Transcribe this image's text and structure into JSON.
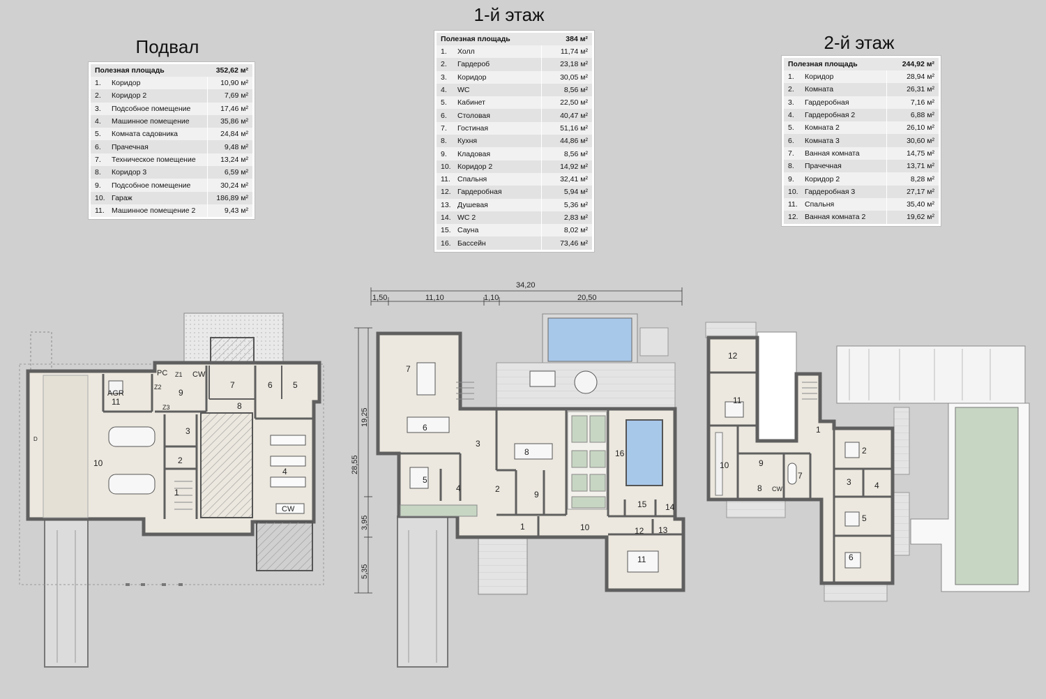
{
  "basement": {
    "title": "Подвал",
    "header_label": "Полезная площадь",
    "header_value": "352,62 м²",
    "rooms": [
      {
        "n": "1.",
        "name": "Коридор",
        "area": "10,90 м²"
      },
      {
        "n": "2.",
        "name": "Коридор 2",
        "area": "7,69 м²"
      },
      {
        "n": "3.",
        "name": "Подсобное помещение",
        "area": "17,46 м²"
      },
      {
        "n": "4.",
        "name": "Машинное помещение",
        "area": "35,86 м²"
      },
      {
        "n": "5.",
        "name": "Комната садовника",
        "area": "24,84 м²"
      },
      {
        "n": "6.",
        "name": "Прачечная",
        "area": "9,48 м²"
      },
      {
        "n": "7.",
        "name": "Техническое помещение",
        "area": "13,24 м²"
      },
      {
        "n": "8.",
        "name": "Коридор 3",
        "area": "6,59 м²"
      },
      {
        "n": "9.",
        "name": "Подсобное помещение",
        "area": "30,24 м²"
      },
      {
        "n": "10.",
        "name": "Гараж",
        "area": "186,89 м²"
      },
      {
        "n": "11.",
        "name": "Машинное помещение 2",
        "area": "9,43 м²"
      }
    ],
    "plan_labels": {
      "agr": "AGR",
      "pc": "PC",
      "z1": "Z1",
      "z2": "Z2",
      "z3": "Z3",
      "cw1": "CW",
      "cw2": "CW",
      "d": "D"
    }
  },
  "floor1": {
    "title": "1-й этаж",
    "header_label": "Полезная площадь",
    "header_value": "384 м²",
    "rooms": [
      {
        "n": "1.",
        "name": "Холл",
        "area": "11,74 м²"
      },
      {
        "n": "2.",
        "name": "Гардероб",
        "area": "23,18 м²"
      },
      {
        "n": "3.",
        "name": "Коридор",
        "area": "30,05 м²"
      },
      {
        "n": "4.",
        "name": "WC",
        "area": "8,56 м²"
      },
      {
        "n": "5.",
        "name": "Кабинет",
        "area": "22,50 м²"
      },
      {
        "n": "6.",
        "name": "Столовая",
        "area": "40,47 м²"
      },
      {
        "n": "7.",
        "name": "Гостиная",
        "area": "51,16 м²"
      },
      {
        "n": "8.",
        "name": "Кухня",
        "area": "44,86 м²"
      },
      {
        "n": "9.",
        "name": "Кладовая",
        "area": "8,56 м²"
      },
      {
        "n": "10.",
        "name": "Коридор 2",
        "area": "14,92 м²"
      },
      {
        "n": "11.",
        "name": "Спальня",
        "area": "32,41 м²"
      },
      {
        "n": "12.",
        "name": "Гардеробная",
        "area": "5,94 м²"
      },
      {
        "n": "13.",
        "name": "Душевая",
        "area": "5,36 м²"
      },
      {
        "n": "14.",
        "name": "WC 2",
        "area": "2,83 м²"
      },
      {
        "n": "15.",
        "name": "Сауна",
        "area": "8,02 м²"
      },
      {
        "n": "16.",
        "name": "Бассейн",
        "area": "73,46 м²"
      }
    ],
    "dimensions": {
      "total_width": "34,20",
      "w1": "1,50",
      "w2": "11,10",
      "w3": "1,10",
      "w4": "20,50",
      "total_depth": "28,55",
      "d1": "19,25",
      "d2": "3,95",
      "d3": "5,35"
    }
  },
  "floor2": {
    "title": "2-й этаж",
    "header_label": "Полезная площадь",
    "header_value": "244,92 м²",
    "rooms": [
      {
        "n": "1.",
        "name": "Коридор",
        "area": "28,94 м²"
      },
      {
        "n": "2.",
        "name": "Комната",
        "area": "26,31 м²"
      },
      {
        "n": "3.",
        "name": "Гардеробная",
        "area": "7,16 м²"
      },
      {
        "n": "4.",
        "name": "Гардеробная 2",
        "area": "6,88 м²"
      },
      {
        "n": "5.",
        "name": "Комната 2",
        "area": "26,10 м²"
      },
      {
        "n": "6.",
        "name": "Комната 3",
        "area": "30,60 м²"
      },
      {
        "n": "7.",
        "name": "Ванная комната",
        "area": "14,75 м²"
      },
      {
        "n": "8.",
        "name": "Прачечная",
        "area": "13,71 м²"
      },
      {
        "n": "9.",
        "name": "Коридор 2",
        "area": "8,28 м²"
      },
      {
        "n": "10.",
        "name": "Гардеробная 3",
        "area": "27,17 м²"
      },
      {
        "n": "11.",
        "name": "Спальня",
        "area": "35,40 м²"
      },
      {
        "n": "12.",
        "name": "Ванная комната 2",
        "area": "19,62 м²"
      }
    ],
    "plan_labels": {
      "cw": "CW"
    }
  },
  "colors": {
    "background": "#d0d0d0",
    "floor_fill": "#ece8df",
    "wall": "#6a6a6a",
    "pool": "#a8c8ea",
    "lawn": "#c7d6c3"
  }
}
